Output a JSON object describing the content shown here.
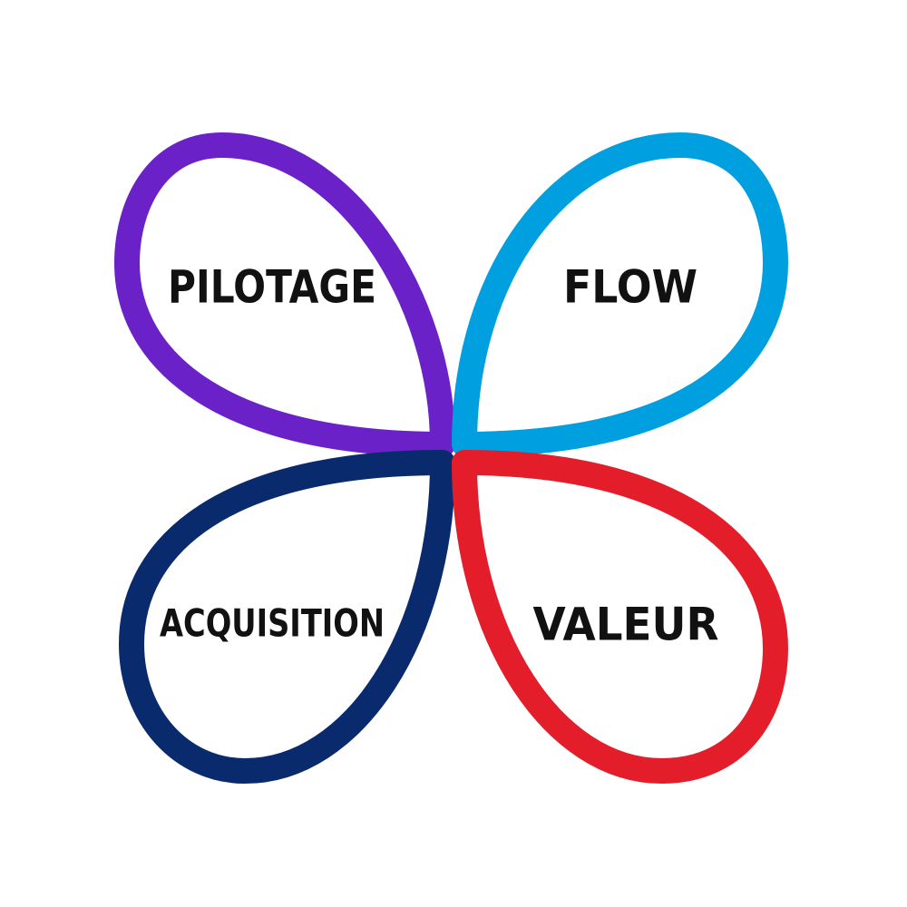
{
  "petals": [
    {
      "id": "pilotage",
      "label": "PILOTAGE",
      "color": "#6B21C8"
    },
    {
      "id": "flow",
      "label": "FLOW",
      "color": "#009FDF"
    },
    {
      "id": "acquisition",
      "label": "ACQUISITION",
      "color": "#0A2A6E"
    },
    {
      "id": "valeur",
      "label": "VALEUR",
      "color": "#E31E2A"
    }
  ]
}
